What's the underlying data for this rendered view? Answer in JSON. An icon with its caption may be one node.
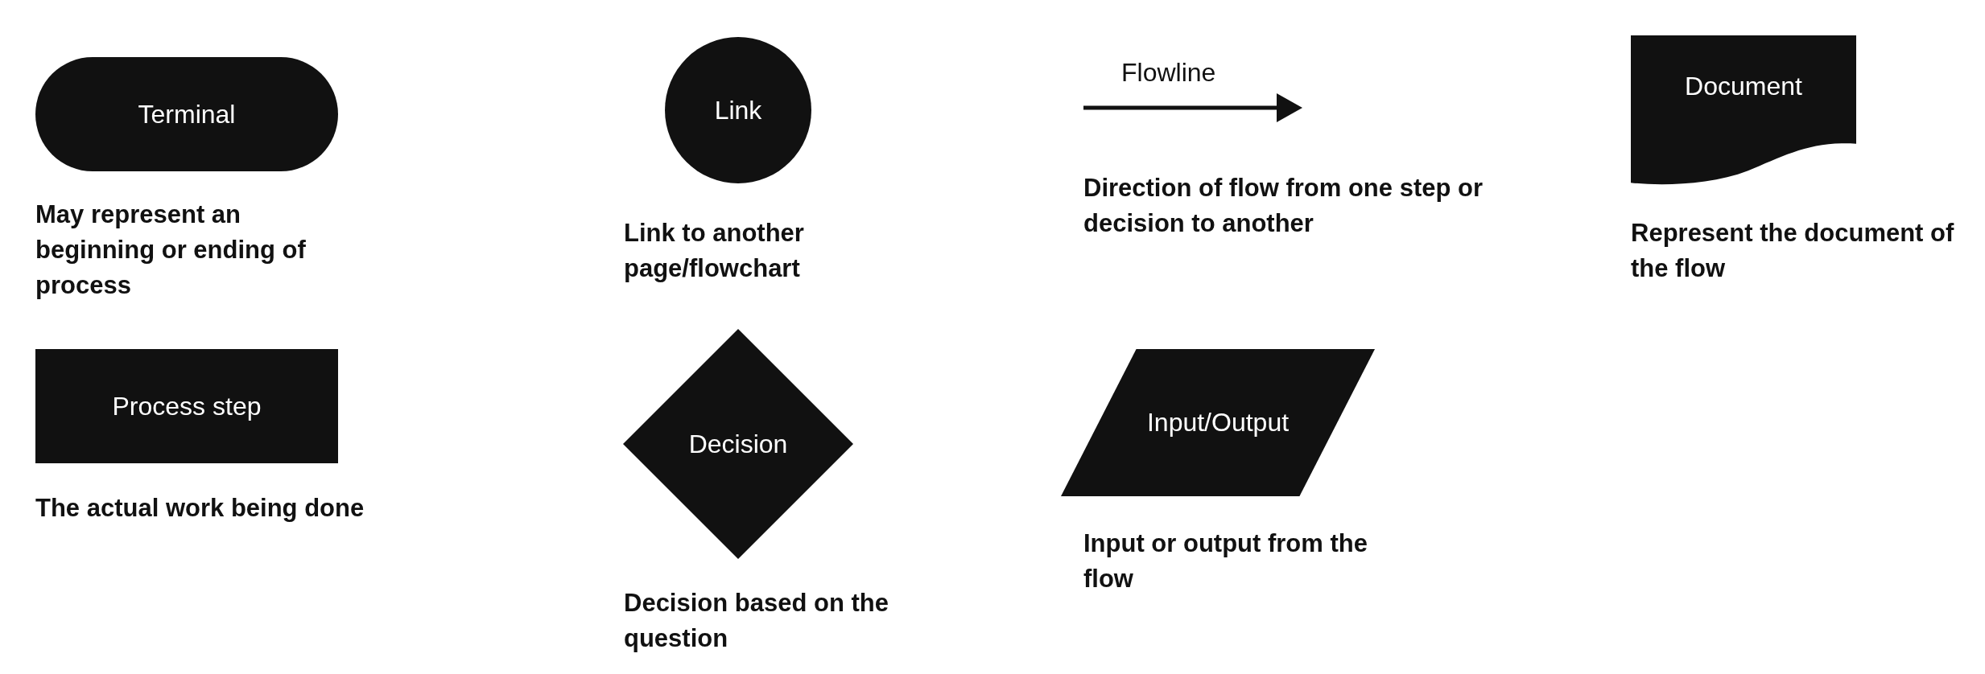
{
  "diagram": {
    "nodes": [
      {
        "text": [
          "Terminal"
        ],
        "beside": [
          "May represent an beginning or ending of process"
        ]
      },
      {
        "text": [
          "Link"
        ],
        "beside": [
          "Link to another page/flowchart"
        ]
      },
      {
        "text": [
          "Document"
        ],
        "beside": [
          "Represent the document of the flow"
        ]
      },
      {
        "text": [
          "Process step"
        ],
        "beside": [
          "The actual work being done"
        ]
      },
      {
        "text": [
          "Decision"
        ],
        "beside": [
          "Decision based on the question"
        ]
      },
      {
        "text": [
          "Input/Output"
        ],
        "beside": [
          "Input or output from the flow"
        ]
      }
    ],
    "labels": [
      "Flowline",
      "Direction of flow from one step or decision to another"
    ]
  }
}
